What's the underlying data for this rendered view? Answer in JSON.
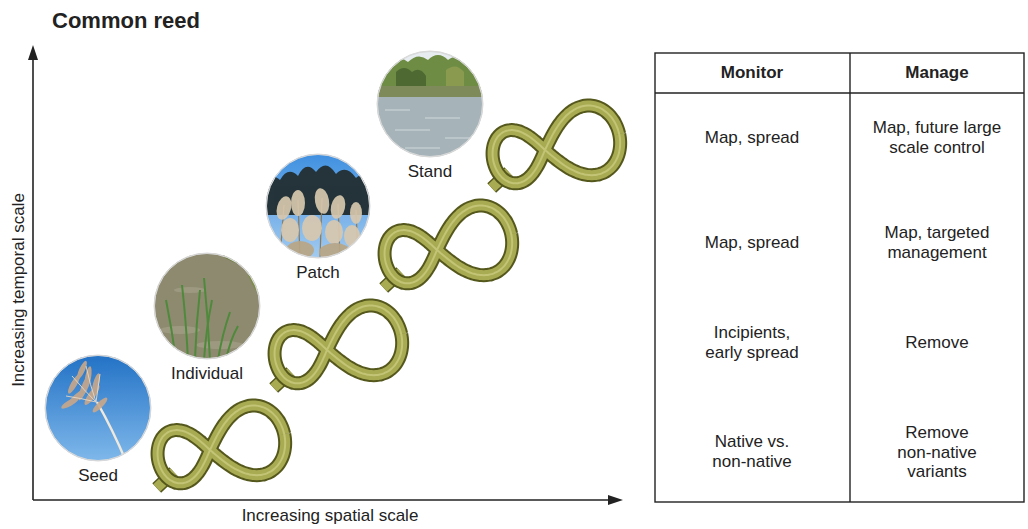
{
  "diagram": {
    "title": "Common reed",
    "nodes": [
      {
        "text": [
          "Seed"
        ]
      },
      {
        "text": [
          "Individual"
        ]
      },
      {
        "text": [
          "Patch"
        ]
      },
      {
        "text": [
          "Stand"
        ]
      }
    ],
    "labels": [
      "Increasing temporal scale",
      "Increasing spatial scale",
      "Monitor",
      "Manage",
      "Map, spread",
      "Map, future large scale control",
      "Map, spread",
      "Map, targeted management",
      "Incipients, early spread",
      "Remove",
      "Native vs. non-native",
      "Remove non-native variants"
    ]
  }
}
